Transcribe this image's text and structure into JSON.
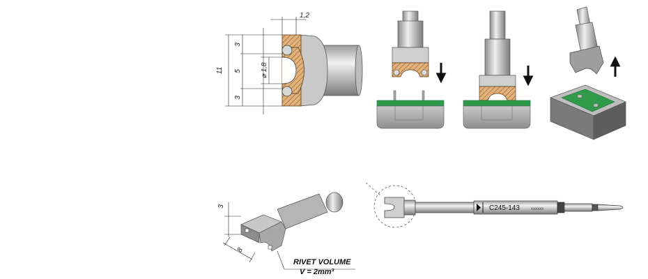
{
  "dimensions": {
    "wall": "1,2",
    "upper": "3",
    "middle": "5",
    "lower": "3",
    "total": "11",
    "diameter": "⌀ 1,8",
    "iso_height": "3",
    "iso_depth": "8"
  },
  "rivet": {
    "line1": "RIVET VOLUME",
    "line2": "V = 2mm³"
  },
  "tip": {
    "code": "C245-143",
    "serial": "xxxxxx"
  },
  "colors": {
    "metal_light": "#d9d9d9",
    "metal_dark": "#8a8a8a",
    "hatch": "#d8a66a",
    "pcb_green": "#2e9a4a",
    "base_grey": "#a8a8a8"
  }
}
